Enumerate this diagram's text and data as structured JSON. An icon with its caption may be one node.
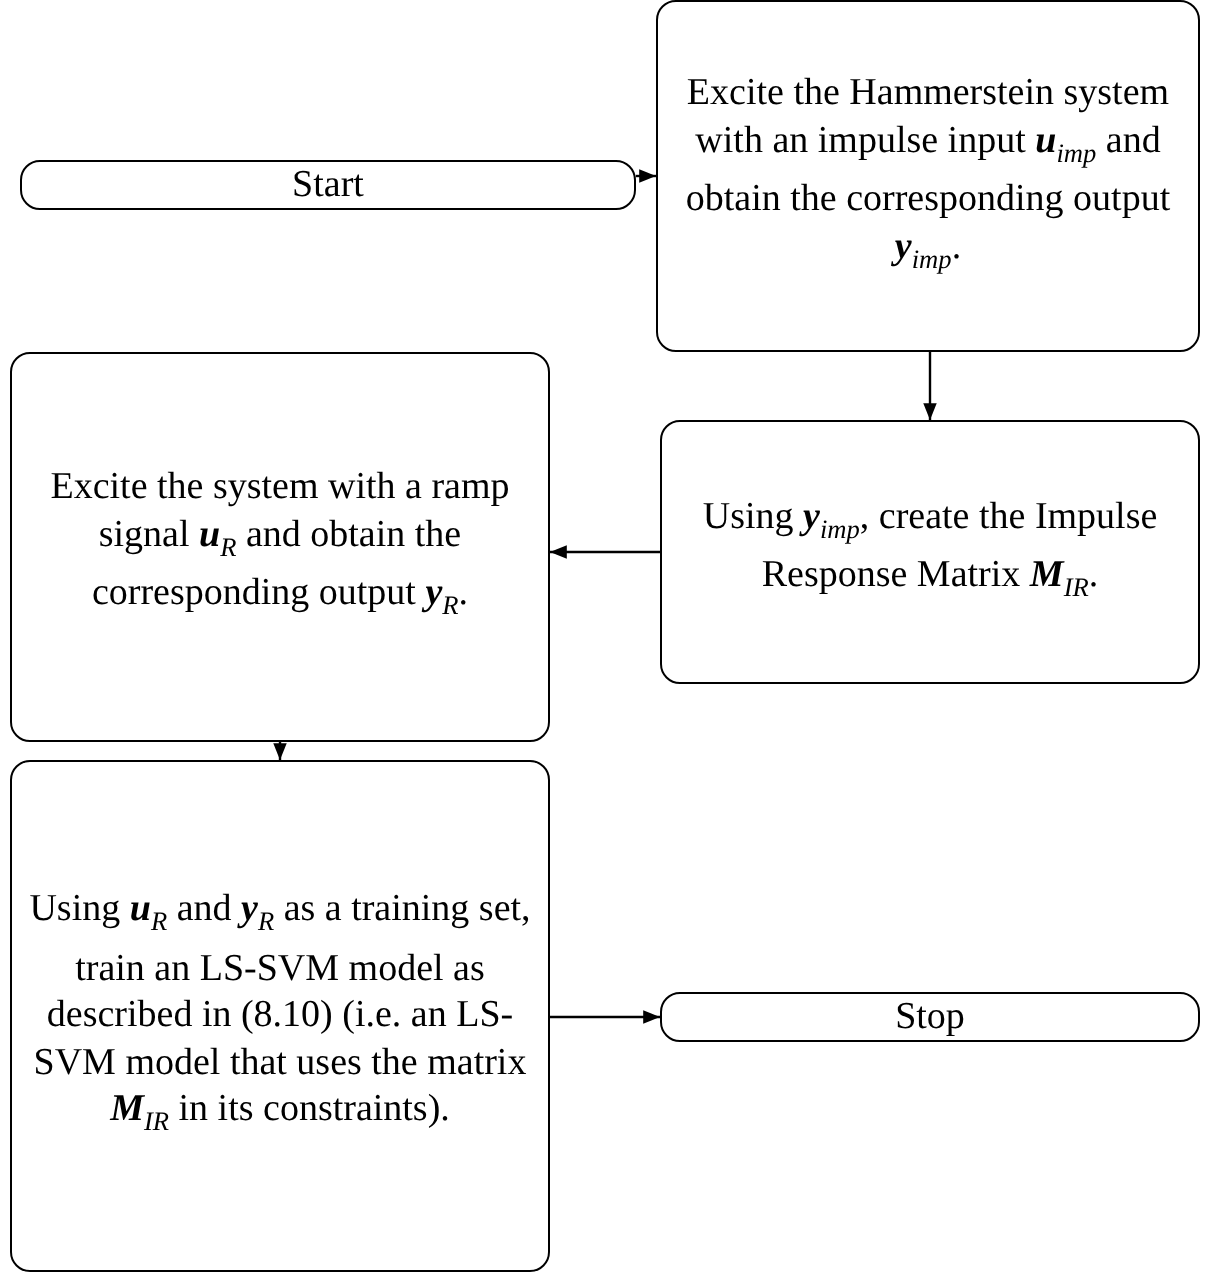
{
  "diagram": {
    "nodes": [
      {
        "text": [
          "Start"
        ]
      },
      {
        "text": [
          "Excite the Hammerstein system with an impulse input **u**$_{imp}$ and obtain the corresponding output **y**$_{imp}$."
        ]
      },
      {
        "text": [
          "Using **y**$_{imp}$, create the Impulse Response Matrix **M**$_{IR}$."
        ]
      },
      {
        "text": [
          "Excite the system with a ramp signal **u**$_{R}$ and obtain the corresponding output **y**$_{R}$."
        ]
      },
      {
        "text": [
          "Using **u**$_{R}$ and **y**$_{R}$ as a training set, train an LS-SVM model as described in (8.10) (i.e. an LS-SVM model that uses the matrix **M**$_{IR}$ in its constraints)."
        ]
      },
      {
        "text": [
          "Stop"
        ]
      }
    ],
    "edges": [
      {
        "from": 0,
        "to": 1,
        "arrow": "to"
      },
      {
        "from": 1,
        "to": 2,
        "arrow": "to"
      },
      {
        "from": 2,
        "to": 3,
        "arrow": "to"
      },
      {
        "from": 3,
        "to": 4,
        "arrow": "to"
      },
      {
        "from": 4,
        "to": 5,
        "arrow": "to"
      }
    ]
  }
}
